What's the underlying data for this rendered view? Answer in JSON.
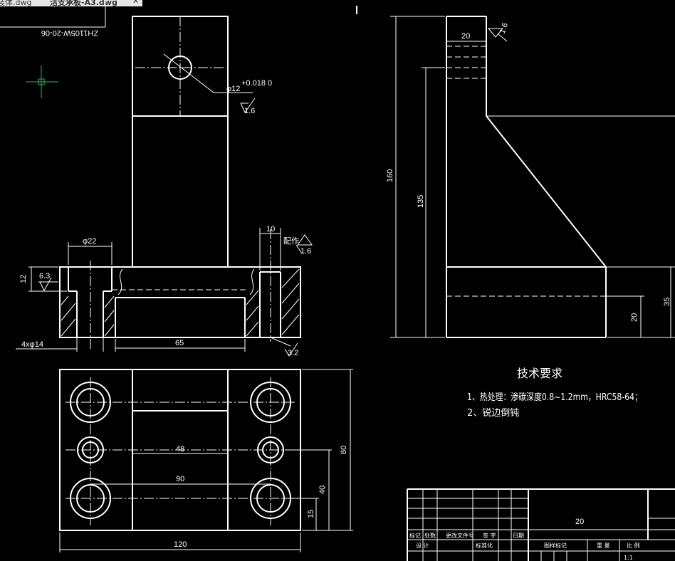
{
  "tabs": [
    {
      "label": "装体.dwg"
    },
    {
      "label": "活支承板-A3.dwg"
    }
  ],
  "drawing_number": "ZH1105W-20-06",
  "dimensions": {
    "bore_dia": "φ12",
    "bore_tol": "+0.018 0",
    "rough_16_a": "1.6",
    "rough_16_b": "1.6",
    "rough_16_c": "1.6",
    "rough_63": "6.3",
    "rough_32": "3.2",
    "counterbore_dia": "φ22",
    "counterbore_depth": "12",
    "slot_width": "10",
    "mating_note": "配作",
    "hole_note": "4xφ14",
    "slot_len": "65",
    "width_48": "48",
    "width_90": "90",
    "depth_80": "80",
    "depth_40": "40",
    "depth_15": "15",
    "length_120": "120",
    "top_width": "20",
    "height_160": "160",
    "height_135": "135",
    "height_20": "20",
    "height_35": "35"
  },
  "tech_requirements": {
    "title": "技术要求",
    "line1": "1、热处理：渗碳深度0.8~1.2mm，HRC58-64；",
    "line2": "2、锐边倒钝"
  },
  "title_block": {
    "material": "20",
    "row1": [
      "标记",
      "处数",
      "更改文件号",
      "签 字",
      "日期"
    ],
    "row2": [
      "设 计",
      "标准化",
      "图样标记",
      "重 量",
      "比 例"
    ],
    "scale": "1:1"
  },
  "colors": {
    "background": "#000000",
    "lines": "#ffffff",
    "cursor": "#2db84b"
  }
}
